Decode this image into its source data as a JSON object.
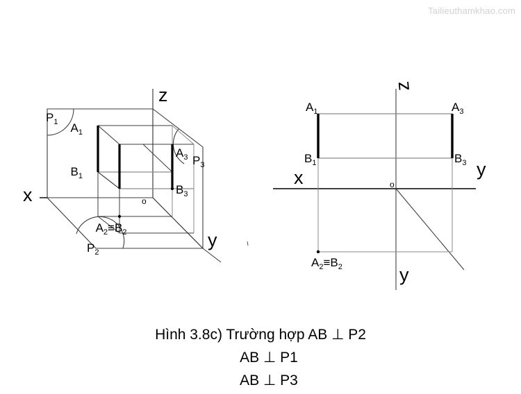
{
  "watermark": {
    "text": "Tailieuthamkhao.com"
  },
  "caption": {
    "line1": "Hình 3.8c) Trường hợp AB ⊥ P2",
    "line2": "AB ⊥ P1",
    "line3": "AB ⊥ P3"
  },
  "colors": {
    "stroke": "#000000",
    "thin_stroke": "#3c3c3c",
    "gray_stroke": "#7a7a7a",
    "watermark": "#d2d2d2",
    "background": "#ffffff"
  },
  "left_diagram": {
    "title": "3D pictorial of three projection planes",
    "axes": [
      {
        "name": "z",
        "label": "z"
      },
      {
        "name": "x",
        "label": "x"
      },
      {
        "name": "y",
        "label": "y"
      }
    ],
    "planes": [
      {
        "name": "P1",
        "label": "P1",
        "label_base": "P",
        "label_sub": "1"
      },
      {
        "name": "P2",
        "label": "P2",
        "label_base": "P",
        "label_sub": "2"
      },
      {
        "name": "P3",
        "label": "P3",
        "label_base": "P",
        "label_sub": "3"
      }
    ],
    "points": [
      {
        "name": "A1",
        "base": "A",
        "sub": "1"
      },
      {
        "name": "B1",
        "base": "B",
        "sub": "1"
      },
      {
        "name": "A3",
        "base": "A",
        "sub": "3"
      },
      {
        "name": "B3",
        "base": "B",
        "sub": "3"
      },
      {
        "name": "A2B2",
        "base": "A",
        "sub": "2",
        "eq": "≡",
        "base2": "B",
        "sub2": "2"
      }
    ],
    "origin_label": "o"
  },
  "right_diagram": {
    "title": "Orthographic projection (unfolded) drawing",
    "axes": [
      {
        "name": "z",
        "label": "z"
      },
      {
        "name": "x",
        "label": "x"
      },
      {
        "name": "y_right",
        "label": "y"
      },
      {
        "name": "y_bottom",
        "label": "y"
      }
    ],
    "points": [
      {
        "name": "A1",
        "base": "A",
        "sub": "1"
      },
      {
        "name": "A3",
        "base": "A",
        "sub": "3"
      },
      {
        "name": "B1",
        "base": "B",
        "sub": "1"
      },
      {
        "name": "B3",
        "base": "B",
        "sub": "3"
      },
      {
        "name": "A2B2",
        "base": "A",
        "sub": "2",
        "eq": "≡",
        "base2": "B",
        "sub2": "2"
      }
    ],
    "origin_label": "o"
  }
}
